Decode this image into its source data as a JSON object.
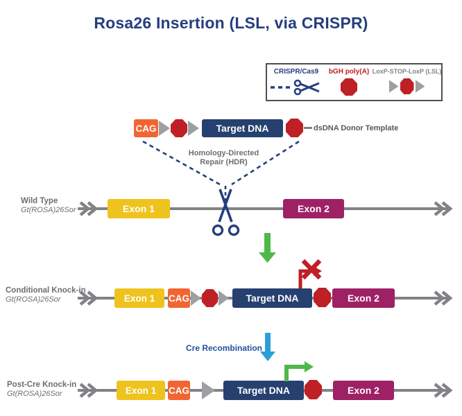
{
  "title": "Rosa26 Insertion (LSL, via CRISPR)",
  "legend": {
    "crispr_label": "CRISPR/Cas9",
    "polya_label": "bGH poly(A)",
    "lsl_label": "LoxP-STOP-LoxP (LSL)"
  },
  "donor": {
    "cag": "CAG",
    "target": "Target DNA",
    "label": "dsDNA Donor Template"
  },
  "hdr": {
    "line1": "Homology-Directed",
    "line2": "Repair (HDR)"
  },
  "cre_label": "Cre Recombination",
  "rows": {
    "wild_type": {
      "title": "Wild Type",
      "locus": "Gt(ROSA)26Sor",
      "exon1": "Exon 1",
      "exon2": "Exon 2"
    },
    "conditional": {
      "title": "Conditional Knock-in",
      "locus": "Gt(ROSA)26Sor",
      "exon1": "Exon 1",
      "cag": "CAG",
      "target": "Target DNA",
      "exon2": "Exon 2"
    },
    "post_cre": {
      "title": "Post-Cre Knock-in",
      "locus": "Gt(ROSA)26Sor",
      "exon1": "Exon 1",
      "cag": "CAG",
      "target": "Target DNA",
      "exon2": "Exon 2"
    }
  },
  "colors": {
    "navy_text": "#253e7e",
    "navy_box": "#264070",
    "red": "#be2026",
    "orange": "#f26431",
    "yellow": "#efc31d",
    "magenta": "#9e2165",
    "gray_line": "#808285",
    "gray_triangle": "#9d9fa2",
    "gray_text": "#6d6e71",
    "green": "#50b848",
    "blue_arrow": "#2b9fd8",
    "blue_text": "#2150a0"
  }
}
